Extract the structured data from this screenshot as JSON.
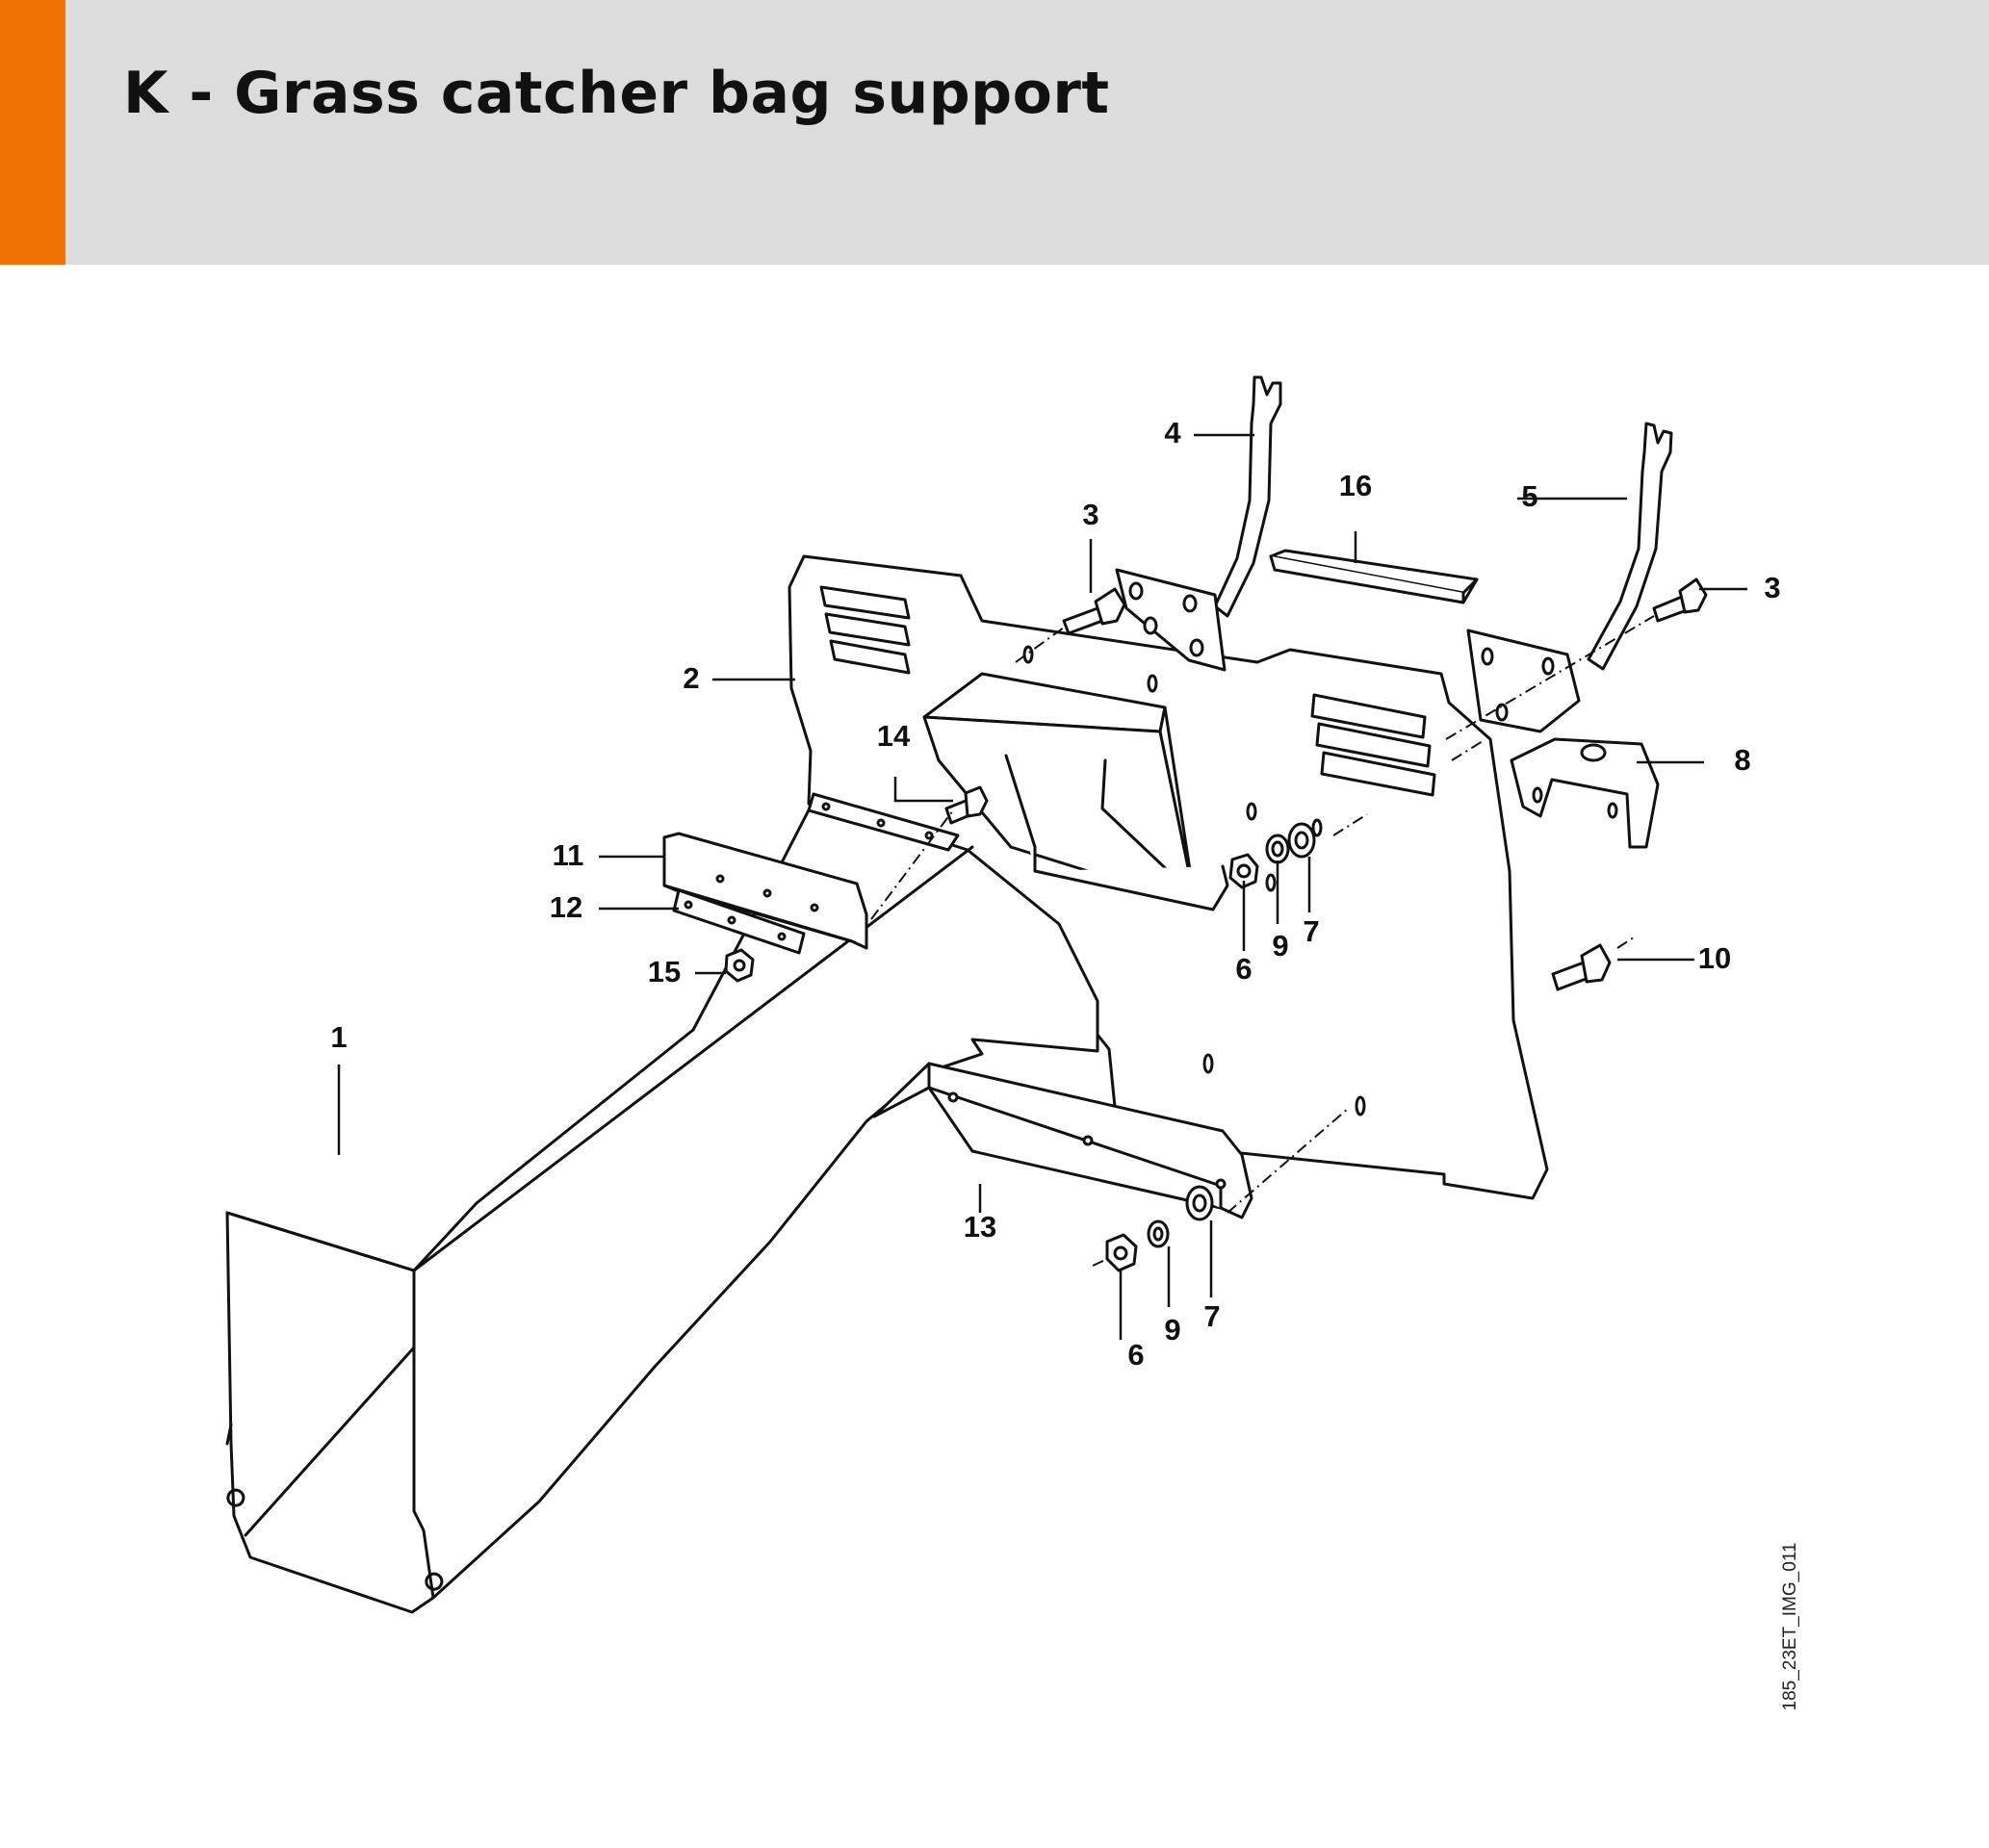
{
  "header": {
    "title": "K - Grass catcher bag support",
    "accent_color": "#ee7203",
    "band_color": "#dcdcdc"
  },
  "diagram": {
    "image_code": "185_23ET_IMG_011",
    "callouts": {
      "c1": "1",
      "c2": "2",
      "c3a": "3",
      "c3b": "3",
      "c4": "4",
      "c5": "5",
      "c6a": "6",
      "c6b": "6",
      "c7a": "7",
      "c7b": "7",
      "c8": "8",
      "c9a": "9",
      "c9b": "9",
      "c10": "10",
      "c11": "11",
      "c12": "12",
      "c13": "13",
      "c14": "14",
      "c15": "15",
      "c16": "16"
    }
  }
}
